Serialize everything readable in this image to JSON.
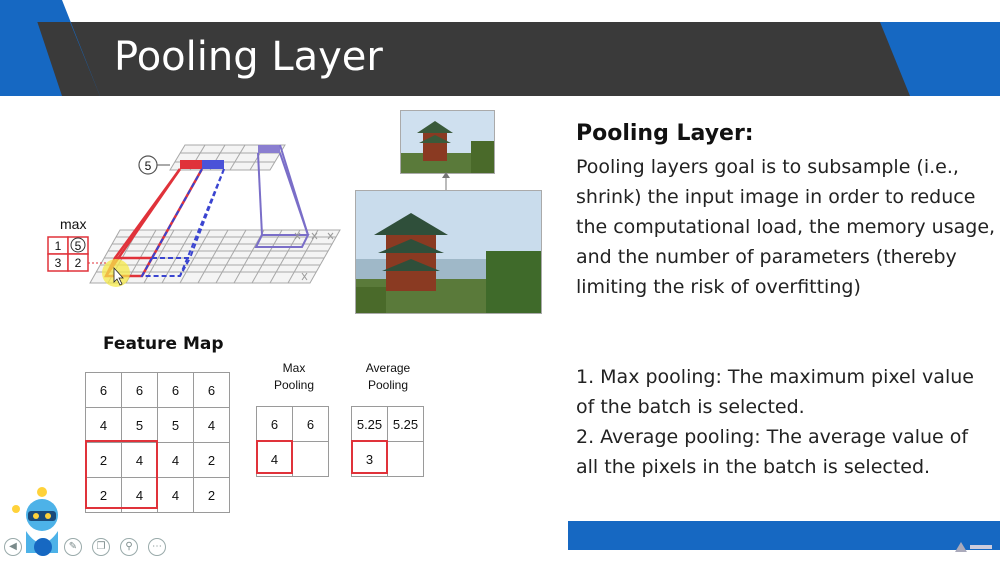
{
  "slide": {
    "title": "Pooling Layer",
    "colors": {
      "title_bar": "#3a3a3a",
      "accent": "#1668c2",
      "highlight": "#e0323a"
    }
  },
  "diagram": {
    "max_label": "max",
    "small_grid": [
      "1",
      "5",
      "3",
      "2"
    ],
    "selected_value": "5"
  },
  "feature_map": {
    "label": "Feature Map",
    "rows": [
      [
        "6",
        "6",
        "6",
        "6"
      ],
      [
        "4",
        "5",
        "5",
        "4"
      ],
      [
        "2",
        "4",
        "4",
        "2"
      ],
      [
        "2",
        "4",
        "4",
        "2"
      ]
    ]
  },
  "max_pooling": {
    "label_line1": "Max",
    "label_line2": "Pooling",
    "rows": [
      [
        "6",
        "6"
      ],
      [
        "4",
        ""
      ]
    ]
  },
  "average_pooling": {
    "label_line1": "Average",
    "label_line2": "Pooling",
    "rows": [
      [
        "5.25",
        "5.25"
      ],
      [
        "3",
        ""
      ]
    ]
  },
  "text_panel": {
    "heading": "Pooling Layer:",
    "paragraph": "Pooling layers goal is to subsample (i.e., shrink) the input image in order to reduce the computational load, the memory usage, and the number of parameters (thereby limiting the risk of overfitting)",
    "list": [
      "1.   Max pooling: The maximum pixel value of the batch is selected.",
      "2.   Average pooling: The average value of all the pixels in the batch is selected."
    ]
  },
  "player": {
    "controls": [
      "back-icon",
      "play-icon",
      "edit-icon",
      "copy-icon",
      "zoom-icon",
      "more-icon"
    ]
  }
}
